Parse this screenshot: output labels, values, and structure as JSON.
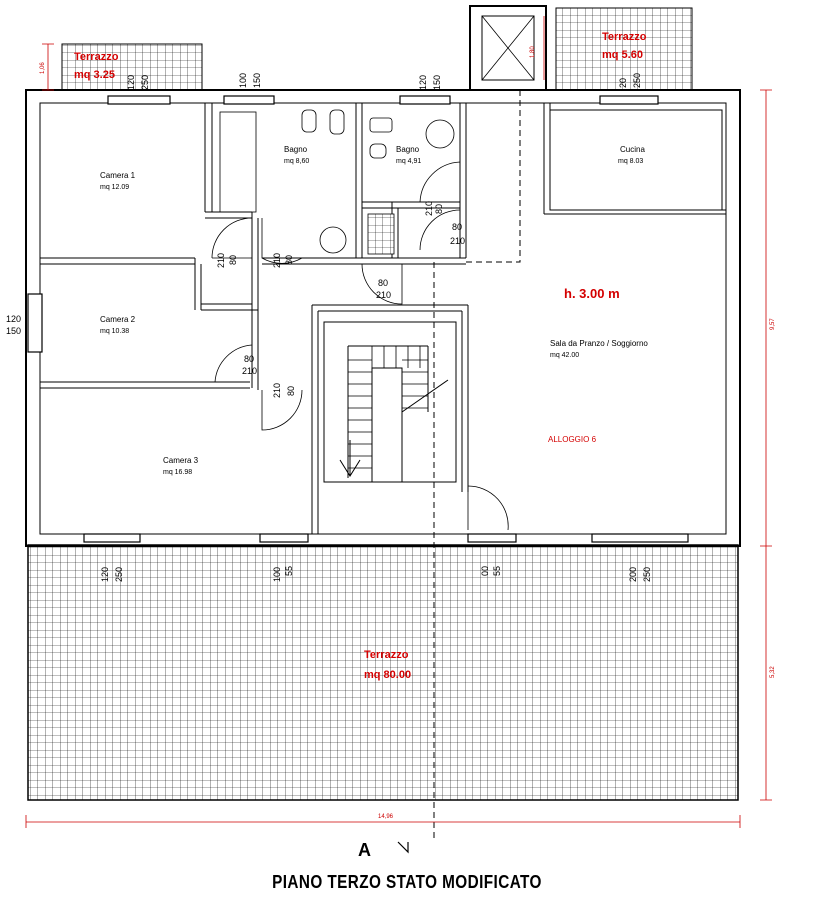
{
  "title": "PIANO TERZO STATO MODIFICATO",
  "section_marker": "A",
  "ceiling_height": "h. 3.00 m",
  "apartment": "ALLOGGIO 6",
  "rooms": [
    {
      "name": "Camera 1",
      "area": "mq 12.09"
    },
    {
      "name": "Bagno",
      "area": "mq 8,60"
    },
    {
      "name": "Bagno",
      "area": "mq 4,91"
    },
    {
      "name": "Cucina",
      "area": "mq 8.03"
    },
    {
      "name": "Camera 2",
      "area": "mq 10.38"
    },
    {
      "name": "Sala da Pranzo / Soggiorno",
      "area": "mq 42.00"
    },
    {
      "name": "Camera 3",
      "area": "mq 16.98"
    }
  ],
  "terraces": [
    {
      "name": "Terrazzo",
      "area": "mq 3.25"
    },
    {
      "name": "Terrazzo",
      "area": "mq 5.60"
    },
    {
      "name": "Terrazzo",
      "area": "mq 80.00"
    }
  ],
  "door_labels": {
    "w": "80",
    "h": "210"
  },
  "window_labels": {
    "w120": "120",
    "h150": "150",
    "w100": "100",
    "w200": "200",
    "h250": "250",
    "h55": "55",
    "w00": "00",
    "w20": "20"
  },
  "dimensions": {
    "total_width": "14,96",
    "right_total": "9,57",
    "right_lower": "5,32",
    "left_top": "1,06",
    "stair_top": "1,80"
  },
  "colors": {
    "accent": "#d40000",
    "line": "#000000"
  }
}
